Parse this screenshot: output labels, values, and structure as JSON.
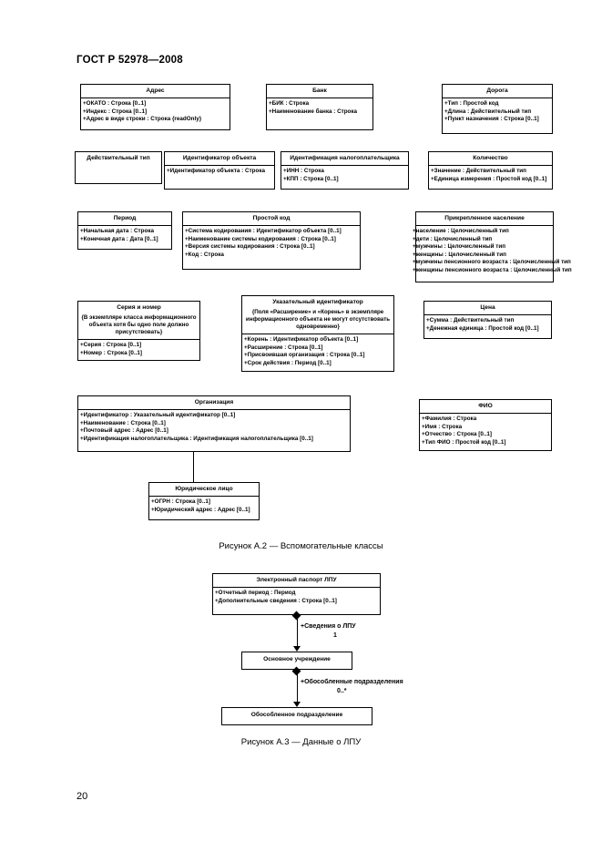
{
  "document": {
    "header": "ГОСТ Р 52978—2008",
    "page_number": "20"
  },
  "figures": [
    {
      "caption": "Рисунок А.2 — Вспомогательные классы"
    },
    {
      "caption": "Рисунок А.3 — Данные о ЛПУ"
    }
  ],
  "classes": {
    "address": {
      "title": "Адрес",
      "attrs": [
        "+ОКАТО : Строка [0..1]",
        "+Индекс : Строка [0..1]",
        "+Адрес в виде строки : Строка {readOnly}"
      ]
    },
    "bank": {
      "title": "Банк",
      "attrs": [
        "+БИК : Строка",
        "+Наименование банка : Строка"
      ]
    },
    "road": {
      "title": "Дорога",
      "attrs": [
        "+Тип : Простой код",
        "+Длина : Действительный тип",
        "+Пункт назначения : Строка [0..1]"
      ]
    },
    "real_type": {
      "title": "Действительный тип",
      "attrs": []
    },
    "object_id": {
      "title": "Идентификатор объекта",
      "attrs": [
        "+Идентификатор объекта : Строка"
      ]
    },
    "taxpayer_id": {
      "title": "Идентификация налогоплательщика",
      "attrs": [
        "+ИНН : Строка",
        "+КПП : Строка [0..1]"
      ]
    },
    "quantity": {
      "title": "Количество",
      "attrs": [
        "+Значение : Действительный тип",
        "+Единица измерения : Простой код [0..1]"
      ]
    },
    "period": {
      "title": "Период",
      "attrs": [
        "+Начальная дата : Строка",
        "+Конечная дата : Дата [0..1]"
      ]
    },
    "simple_code": {
      "title": "Простой код",
      "attrs": [
        "+Система кодирования : Идентификатор объекта [0..1]",
        "+Наименование системы кодирования : Строка [0..1]",
        "+Версия системы кодирования : Строка [0..1]",
        "+Код : Строка"
      ]
    },
    "population": {
      "title": "Прикрепленное население",
      "attrs": [
        "+население : Целочисленный тип",
        "+дети : Целочисленный тип",
        "+мужчины : Целочисленный тип",
        "+женщины : Целочисленный тип",
        "+мужчины пенсионного возраста : Целочисленный тип",
        "+женщины пенсионного возраста : Целочисленный тип"
      ]
    },
    "series_number": {
      "title": "Серия и номер",
      "note": "{В экземпляре класса информационного объекта хотя бы одно поле должно присутствовать}",
      "attrs": [
        "+Серия : Строка [0..1]",
        "+Номер : Строка [0..1]"
      ]
    },
    "pointer_id": {
      "title": "Указательный идентификатор",
      "note": "{Поля «Расширение» и «Корень» в экземпляре информационного объекта не могут отсутствовать одновременно}",
      "attrs": [
        "+Корень : Идентификатор объекта [0..1]",
        "+Расширение : Строка [0..1]",
        "+Присвоившая организация : Строка [0..1]",
        "+Срок действия : Период [0..1]"
      ]
    },
    "price": {
      "title": "Цена",
      "attrs": [
        "+Сумма : Действительный тип",
        "+Денежная единица : Простой код [0..1]"
      ]
    },
    "organization": {
      "title": "Организация",
      "attrs": [
        "+Идентификатор : Указательный идентификатор [0..1]",
        "+Наименование : Строка [0..1]",
        "+Почтовый адрес : Адрес [0..1]",
        "+Идентификация налогоплательщика : Идентификация налогоплательщика [0..1]"
      ]
    },
    "fio": {
      "title": "ФИО",
      "attrs": [
        "+Фамилия : Строка",
        "+Имя : Строка",
        "+Отчество : Строка [0..1]",
        "+Тип ФИО : Простой код [0..1]"
      ]
    },
    "legal_entity": {
      "title": "Юридическое лицо",
      "attrs": [
        "+ОГРН : Строка [0..1]",
        "+Юридический адрес : Адрес [0..1]"
      ]
    },
    "passport": {
      "title": "Электронный паспорт ЛПУ",
      "attrs": [
        "+Отчетный период : Период",
        "+Дополнительные сведения : Строка [0..1]"
      ]
    },
    "main_institution": {
      "title": "Основное учреждение",
      "attrs": []
    },
    "subdivision": {
      "title": "Обособленное подразделение",
      "attrs": []
    }
  },
  "edges": {
    "passport_to_main": {
      "label": "+Сведения о ЛПУ",
      "multiplicity": "1"
    },
    "main_to_sub": {
      "label": "+Обособленные подразделения",
      "multiplicity": "0..*"
    }
  }
}
